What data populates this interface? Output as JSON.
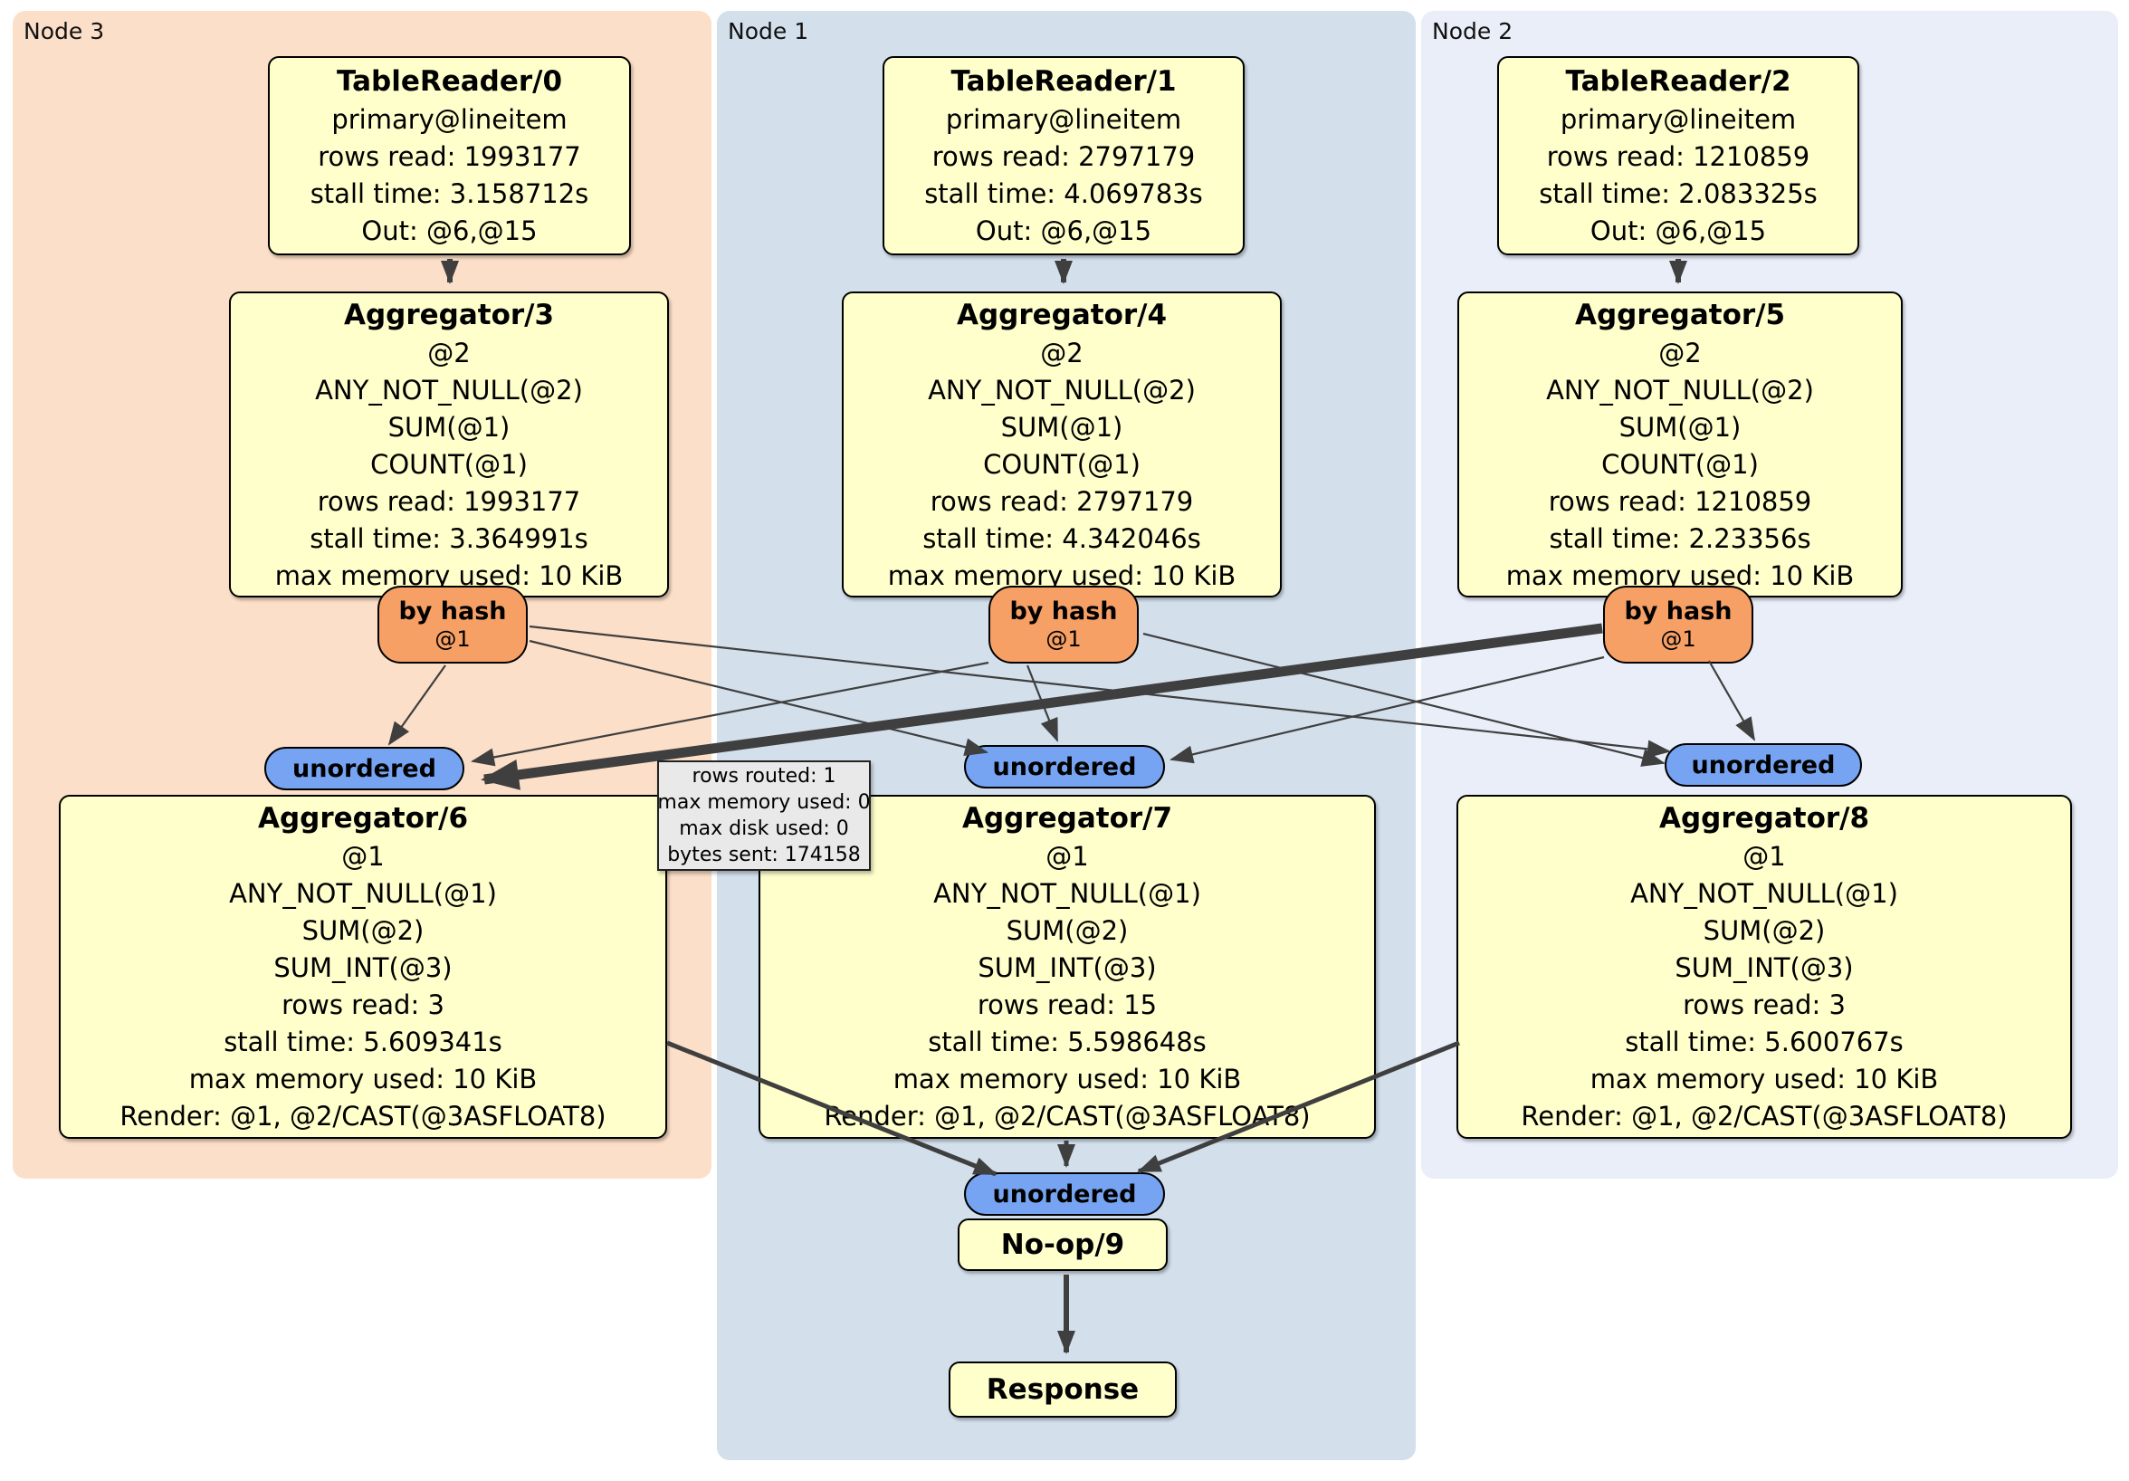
{
  "colors": {
    "page_bg": "#ffffff",
    "panel_node3_bg": "#fcdfc8",
    "panel_node1_bg": "#d3e0ec",
    "panel_node2_bg": "#e9eef8",
    "box_bg": "#ffffcc",
    "router_bg": "#f6a066",
    "sync_bg": "#76a4f2",
    "tooltip_bg": "#e9e9e9",
    "edge": "#3f3f3f"
  },
  "panels": [
    {
      "label": "Node 3",
      "reader": {
        "title": "TableReader/0",
        "lines": [
          "primary@lineitem",
          "rows read: 1993177",
          "stall time: 3.158712s",
          "Out: @6,@15"
        ]
      },
      "agg_top": {
        "title": "Aggregator/3",
        "lines": [
          "@2",
          "ANY_NOT_NULL(@2)",
          "SUM(@1)",
          "COUNT(@1)",
          "rows read: 1993177",
          "stall time: 3.364991s",
          "max memory used: 10 KiB"
        ]
      },
      "router": {
        "label": "by hash",
        "key": "@1"
      },
      "sync": {
        "label": "unordered"
      },
      "agg_bottom": {
        "title": "Aggregator/6",
        "lines": [
          "@1",
          "ANY_NOT_NULL(@1)",
          "SUM(@2)",
          "SUM_INT(@3)",
          "rows read: 3",
          "stall time: 5.609341s",
          "max memory used: 10 KiB",
          "Render: @1, @2/CAST(@3ASFLOAT8)"
        ]
      }
    },
    {
      "label": "Node 1",
      "reader": {
        "title": "TableReader/1",
        "lines": [
          "primary@lineitem",
          "rows read: 2797179",
          "stall time: 4.069783s",
          "Out: @6,@15"
        ]
      },
      "agg_top": {
        "title": "Aggregator/4",
        "lines": [
          "@2",
          "ANY_NOT_NULL(@2)",
          "SUM(@1)",
          "COUNT(@1)",
          "rows read: 2797179",
          "stall time: 4.342046s",
          "max memory used: 10 KiB"
        ]
      },
      "router": {
        "label": "by hash",
        "key": "@1"
      },
      "sync": {
        "label": "unordered"
      },
      "agg_bottom": {
        "title": "Aggregator/7",
        "lines": [
          "@1",
          "ANY_NOT_NULL(@1)",
          "SUM(@2)",
          "SUM_INT(@3)",
          "rows read: 15",
          "stall time: 5.598648s",
          "max memory used: 10 KiB",
          "Render: @1, @2/CAST(@3ASFLOAT8)"
        ]
      }
    },
    {
      "label": "Node 2",
      "reader": {
        "title": "TableReader/2",
        "lines": [
          "primary@lineitem",
          "rows read: 1210859",
          "stall time: 2.083325s",
          "Out: @6,@15"
        ]
      },
      "agg_top": {
        "title": "Aggregator/5",
        "lines": [
          "@2",
          "ANY_NOT_NULL(@2)",
          "SUM(@1)",
          "COUNT(@1)",
          "rows read: 1210859",
          "stall time: 2.23356s",
          "max memory used: 10 KiB"
        ]
      },
      "router": {
        "label": "by hash",
        "key": "@1"
      },
      "sync": {
        "label": "unordered"
      },
      "agg_bottom": {
        "title": "Aggregator/8",
        "lines": [
          "@1",
          "ANY_NOT_NULL(@1)",
          "SUM(@2)",
          "SUM_INT(@3)",
          "rows read: 3",
          "stall time: 5.600767s",
          "max memory used: 10 KiB",
          "Render: @1, @2/CAST(@3ASFLOAT8)"
        ]
      }
    }
  ],
  "tooltip": {
    "lines": [
      "rows routed: 1",
      "max memory used: 0",
      "max disk used: 0",
      "bytes sent: 174158"
    ]
  },
  "output": {
    "sync": {
      "label": "unordered"
    },
    "noop": {
      "title": "No-op/9"
    },
    "response": {
      "title": "Response"
    }
  }
}
